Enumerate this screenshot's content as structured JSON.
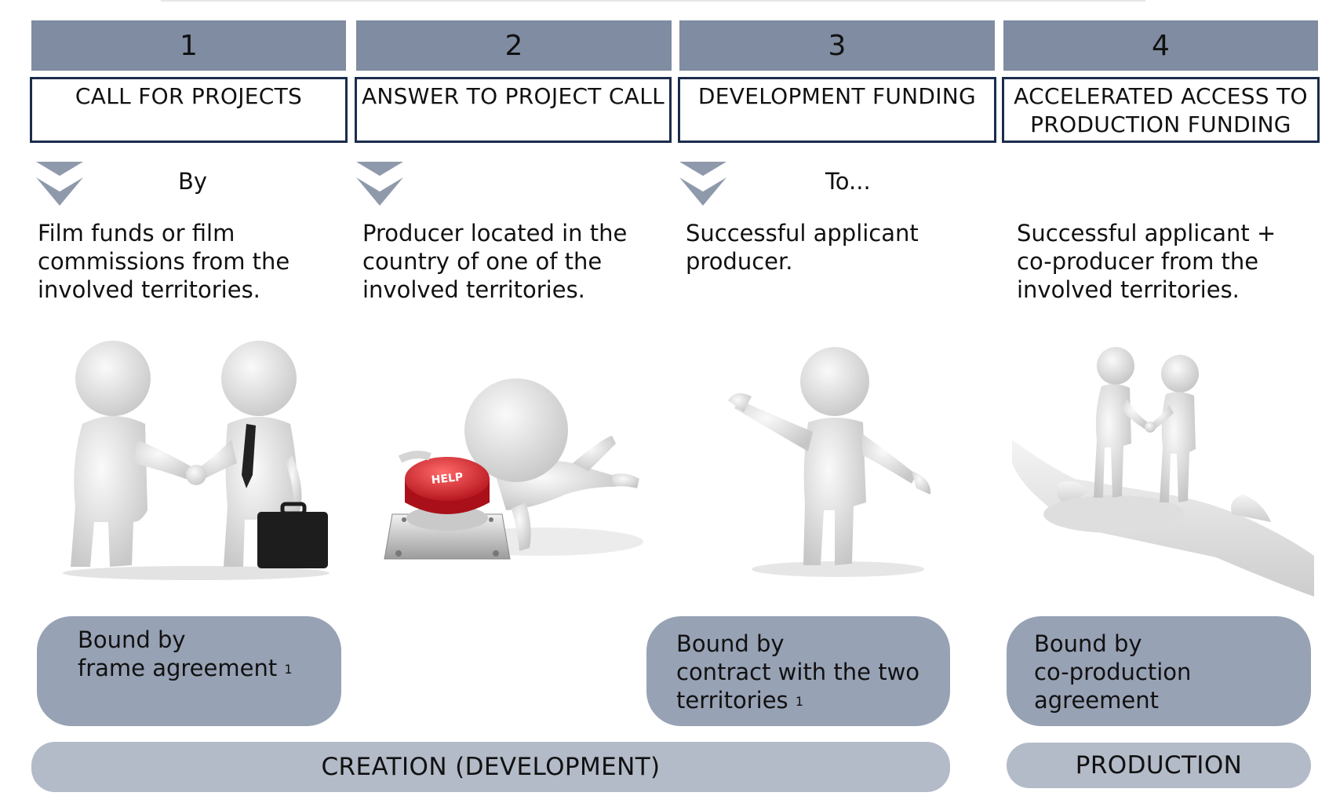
{
  "steps": [
    {
      "number": "1",
      "title_lines": [
        "CALL FOR PROJECTS"
      ],
      "connector": "By",
      "description_lines": [
        "Film funds or film",
        "commissions from the",
        "involved territories."
      ],
      "illustration": "handshake-figures"
    },
    {
      "number": "2",
      "title_lines": [
        "ANSWER TO PROJECT CALL"
      ],
      "connector": "",
      "description_lines": [
        "Producer located in the",
        "country of one of the",
        "involved territories."
      ],
      "illustration": "help-button-figure",
      "button_text": "HELP"
    },
    {
      "number": "3",
      "title_lines": [
        "DEVELOPMENT FUNDING"
      ],
      "connector": "To...",
      "description_lines": [
        "Successful applicant",
        "producer."
      ],
      "illustration": "welcoming-figure"
    },
    {
      "number": "4",
      "title_lines": [
        "ACCELERATED ACCESS TO",
        "PRODUCTION FUNDING"
      ],
      "connector": "",
      "description_lines": [
        "Successful applicant +",
        "co-producer from the",
        "involved territories."
      ],
      "illustration": "handshake-on-hand"
    }
  ],
  "agreements": [
    {
      "lines": [
        "Bound by",
        "frame agreement"
      ],
      "footnote": "1"
    },
    {
      "lines": [
        "Bound by",
        "contract with the two",
        "territories"
      ],
      "footnote": "1"
    },
    {
      "lines": [
        "Bound by",
        "co-production",
        "agreement"
      ],
      "footnote": ""
    }
  ],
  "phases": [
    {
      "label": "CREATION (DEVELOPMENT)"
    },
    {
      "label": "PRODUCTION"
    }
  ],
  "colors": {
    "number_bar": "#7f8ca1",
    "title_border": "#1b2c4d",
    "arrow": "#8e99ab",
    "agreement_pill": "#98a2b5",
    "phase_pill": "#b3bac8",
    "help_button": "#d8262c"
  },
  "icons": [
    "chevron-down-icon"
  ]
}
